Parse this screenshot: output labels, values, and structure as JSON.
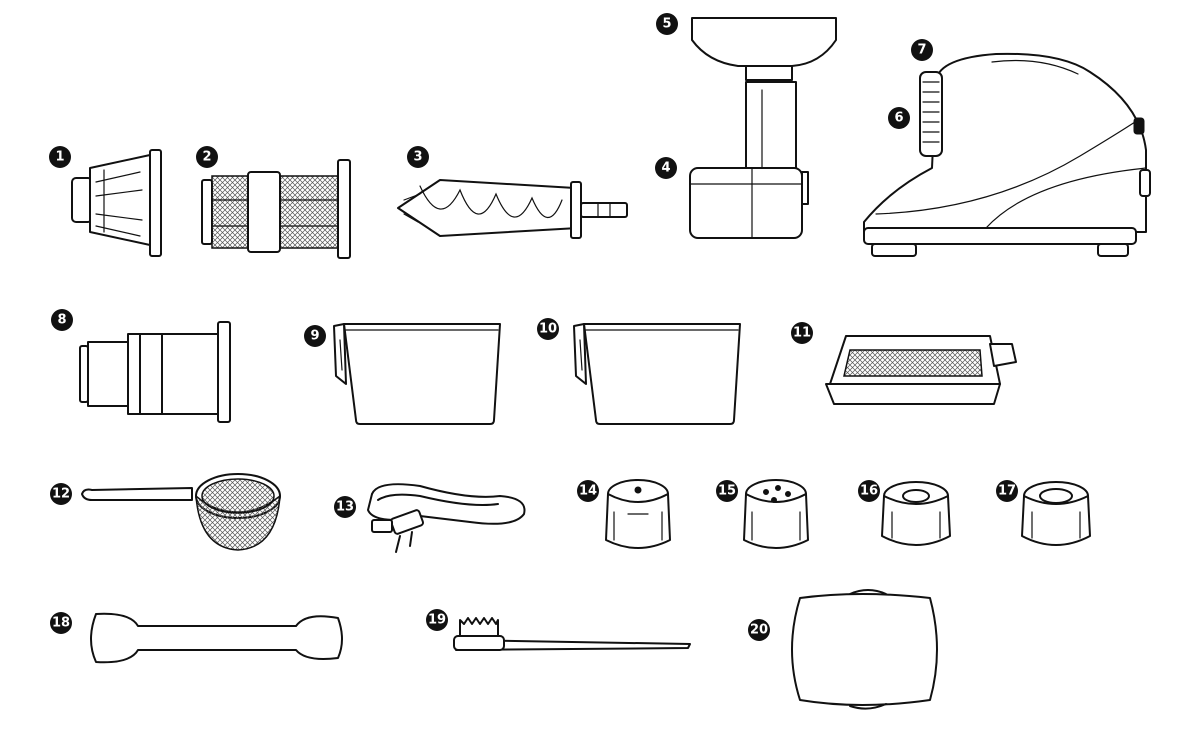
{
  "parts": [
    {
      "number": "1",
      "icon": "small-strainer-cap-icon"
    },
    {
      "number": "2",
      "icon": "fine-screen-icon"
    },
    {
      "number": "3",
      "icon": "auger-icon"
    },
    {
      "number": "4",
      "icon": "drum-housing-icon"
    },
    {
      "number": "5",
      "icon": "hopper-icon"
    },
    {
      "number": "6",
      "icon": "end-cap-knob-icon"
    },
    {
      "number": "7",
      "icon": "motor-base-icon"
    },
    {
      "number": "8",
      "icon": "coarse-screen-icon"
    },
    {
      "number": "9",
      "icon": "juice-cup-icon"
    },
    {
      "number": "10",
      "icon": "pulp-cup-icon"
    },
    {
      "number": "11",
      "icon": "mesh-tray-icon"
    },
    {
      "number": "12",
      "icon": "hand-strainer-icon"
    },
    {
      "number": "13",
      "icon": "power-cord-icon"
    },
    {
      "number": "14",
      "icon": "nozzle-cap-closed-icon"
    },
    {
      "number": "15",
      "icon": "nozzle-cap-holes-icon"
    },
    {
      "number": "16",
      "icon": "nozzle-cap-open-icon"
    },
    {
      "number": "17",
      "icon": "nozzle-cap-wide-icon"
    },
    {
      "number": "18",
      "icon": "pusher-stick-icon"
    },
    {
      "number": "19",
      "icon": "cleaning-brush-icon"
    },
    {
      "number": "20",
      "icon": "cover-lid-icon"
    }
  ]
}
